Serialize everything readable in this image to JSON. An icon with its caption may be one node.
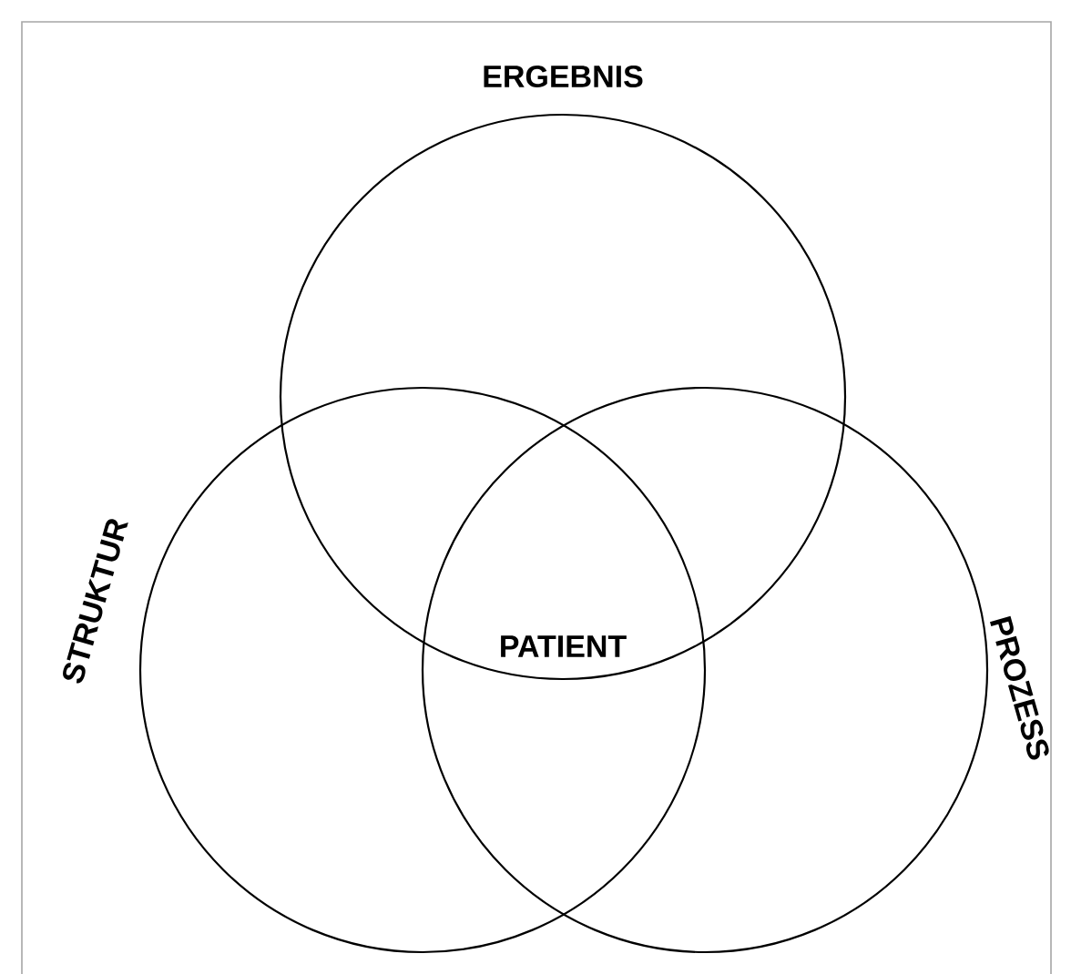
{
  "diagram": {
    "nodes": [
      {
        "text": [
          "ERGEBNIS"
        ]
      },
      {
        "text": [
          "STRUKTUR"
        ]
      },
      {
        "text": [
          "PROZESS"
        ]
      }
    ],
    "labels": [
      "PATIENT"
    ]
  }
}
